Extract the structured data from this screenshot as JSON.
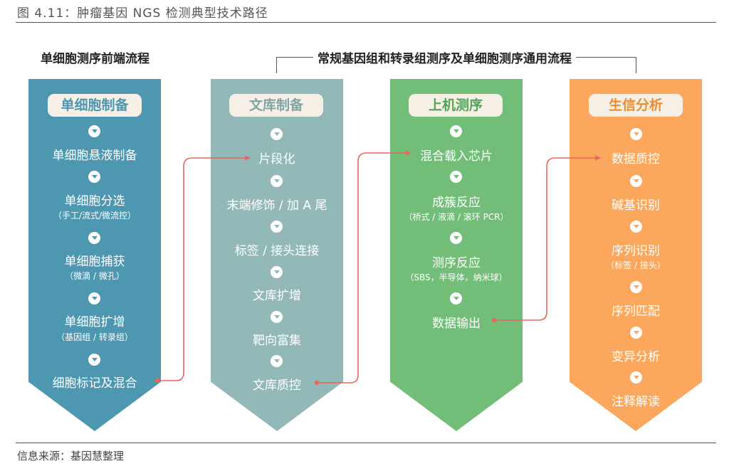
{
  "figure": {
    "title": "图 4.11：肿瘤基因 NGS 检测典型技术路径",
    "source": "信息来源：基因慧整理"
  },
  "headers": {
    "single_cell": "单细胞测序前端流程",
    "common": "常规基因组和转录组测序及单细胞测序通用流程"
  },
  "columns": [
    {
      "title": "单细胞制备",
      "steps": [
        {
          "label": "单细胞悬液制备"
        },
        {
          "label": "单细胞分选",
          "note": "（手工/流式/微流控）"
        },
        {
          "label": "单细胞捕获",
          "note": "（微滴 / 微孔）"
        },
        {
          "label": "单细胞扩增",
          "note": "（基因组 / 转录组）"
        },
        {
          "label": "细胞标记及混合"
        }
      ]
    },
    {
      "title": "文库制备",
      "steps": [
        {
          "label": "片段化"
        },
        {
          "label": "末端修饰 / 加 A 尾"
        },
        {
          "label": "标签 / 接头连接"
        },
        {
          "label": "文库扩增"
        },
        {
          "label": "靶向富集"
        },
        {
          "label": "文库质控"
        }
      ]
    },
    {
      "title": "上机测序",
      "steps": [
        {
          "label": "混合载入芯片"
        },
        {
          "label": "成簇反应",
          "note": "（桥式 / 液滴 / 滚环 PCR）"
        },
        {
          "label": "测序反应",
          "note": "（SBS，半导体，纳米球）"
        },
        {
          "label": "数据输出"
        }
      ]
    },
    {
      "title": "生信分析",
      "steps": [
        {
          "label": "数据质控"
        },
        {
          "label": "碱基识别"
        },
        {
          "label": "序列识别",
          "note": "（标签 / 接头）"
        },
        {
          "label": "序列匹配"
        },
        {
          "label": "变异分析"
        },
        {
          "label": "注释解读"
        }
      ]
    }
  ],
  "colors": {
    "blue": "#4d97b0",
    "grey": "#93b8b8",
    "green": "#72be79",
    "orange": "#fba85e",
    "link": "#e8675c",
    "header_bg": "#f5efe6"
  }
}
